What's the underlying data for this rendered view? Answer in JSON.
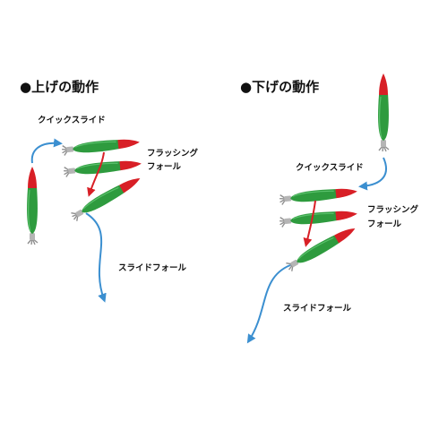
{
  "left_panel": {
    "title": "●上げの動作",
    "labels": {
      "quick_slide": "クイックスライド",
      "flushing_line1": "フラッシング",
      "flushing_line2": "フォール",
      "slide_fall": "スライドフォール"
    }
  },
  "right_panel": {
    "title": "●下げの動作",
    "labels": {
      "quick_slide": "クイックスライド",
      "flushing_line1": "フラッシング",
      "flushing_line2": "フォール",
      "slide_fall": "スライドフォール"
    }
  },
  "colors": {
    "body_green": "#2e9b3e",
    "head_red": "#d81f26",
    "arrow_blue": "#3b8fd0",
    "arrow_red": "#d81f26",
    "hook_gray": "#9a9a9a"
  }
}
